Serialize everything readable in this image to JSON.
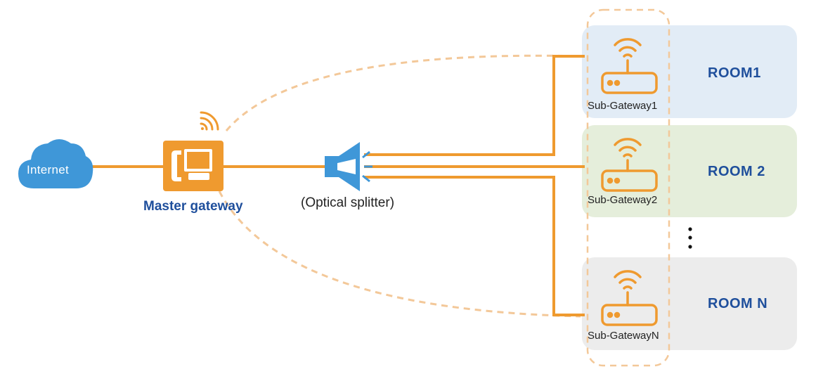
{
  "colors": {
    "line": "#ef9a2f",
    "dash": "#f3c899",
    "cloud": "#3f97d8",
    "splitter": "#3f97d8",
    "gateway": "#ef9a2f",
    "title_blue": "#1f4f9c",
    "room1_bg": "#e2ecf6",
    "room2_bg": "#e5eedb",
    "roomN_bg": "#ececec"
  },
  "internet": {
    "label": "Internet",
    "icon": "cloud-icon"
  },
  "master_gateway": {
    "label": "Master gateway",
    "icon": "gateway-icon",
    "wifi_icon": "wifi-icon"
  },
  "splitter": {
    "label": "(Optical splitter)",
    "icon": "optical-splitter-icon"
  },
  "rooms": [
    {
      "name": "ROOM1",
      "gateway": "Sub-Gateway1",
      "icon": "router-icon"
    },
    {
      "name": "ROOM 2",
      "gateway": "Sub-Gateway2",
      "icon": "router-icon"
    },
    {
      "name": "ROOM N",
      "gateway": "Sub-GatewayN",
      "icon": "router-icon"
    }
  ],
  "ellipsis": {
    "icon": "vertical-ellipsis-icon"
  }
}
